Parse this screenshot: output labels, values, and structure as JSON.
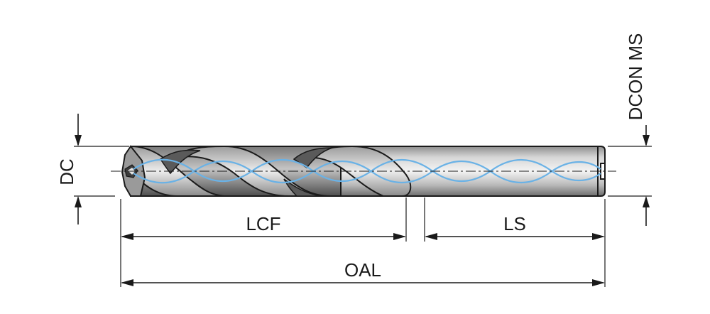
{
  "diagram": {
    "labels": {
      "dc": "DC",
      "dcon_ms": "DCON MS",
      "lcf": "LCF",
      "ls": "LS",
      "oal": "OAL"
    },
    "colors": {
      "coolant_channel": "#6ab2e6",
      "line": "#1a1a1a",
      "shank_light": "#f2f2f2",
      "shank_mid": "#c8c8c8",
      "shank_dark": "#8e8e8e",
      "flute_dark": "#5a5a5a"
    }
  }
}
